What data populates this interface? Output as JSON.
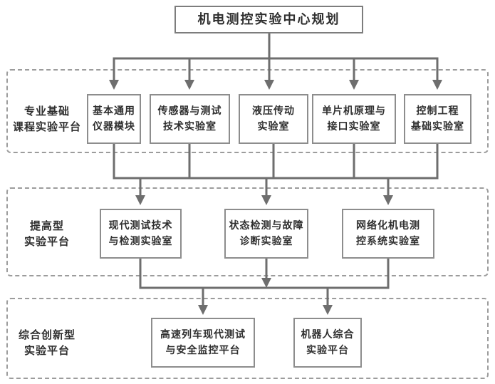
{
  "title": "机电测控实验中心规划",
  "colors": {
    "line": "#6e6e6e",
    "box_border": "#8d8d8d",
    "frame_dash": "#9c9c9c",
    "text": "#2f2f2f",
    "background": "#ffffff"
  },
  "tiers": [
    {
      "label": "专业基础\n课程实验平台",
      "boxes": [
        "基本通用\n仪器模块",
        "传感器与测试\n技术实验室",
        "液压传动\n实验室",
        "单片机原理与\n接口实验室",
        "控制工程\n基础实验室"
      ]
    },
    {
      "label": "提高型\n实验平台",
      "boxes": [
        "现代测试技术\n与检测实验室",
        "状态检测与故障\n诊断实验室",
        "网络化机电测\n控系统实验室"
      ]
    },
    {
      "label": "综合创新型\n实验平台",
      "boxes": [
        "高速列车现代测试\n与安全监控平台",
        "机器人综合\n实验平台"
      ]
    }
  ]
}
